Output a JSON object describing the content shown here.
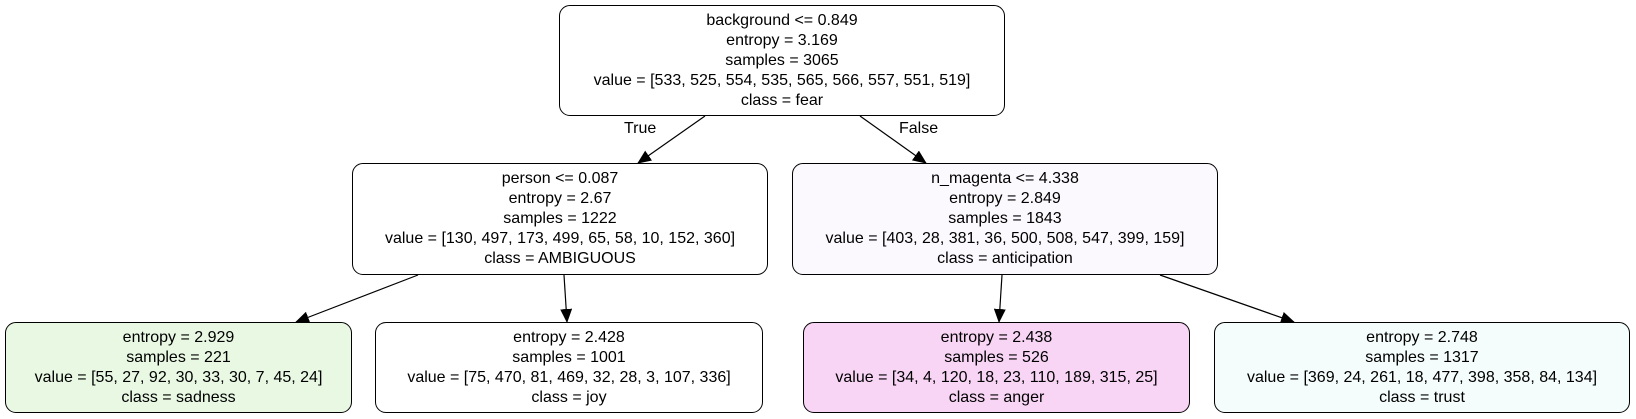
{
  "tree": {
    "root": {
      "split": "background <= 0.849",
      "entropy": "entropy = 3.169",
      "samples": "samples = 3065",
      "value": "value = [533, 525, 554, 535, 565, 566, 557, 551, 519]",
      "class": "class = fear",
      "fill": "#ffffff"
    },
    "edge_true": "True",
    "edge_false": "False",
    "left": {
      "split": "person <= 0.087",
      "entropy": "entropy = 2.67",
      "samples": "samples = 1222",
      "value": "value = [130, 497, 173, 499, 65, 58, 10, 152, 360]",
      "class": "class = AMBIGUOUS",
      "fill": "#ffffff"
    },
    "right": {
      "split": "n_magenta <= 4.338",
      "entropy": "entropy = 2.849",
      "samples": "samples = 1843",
      "value": "value = [403, 28, 381, 36, 500, 508, 547, 399, 159]",
      "class": "class = anticipation",
      "fill": "#fcf9fe"
    },
    "leaf_ll": {
      "entropy": "entropy = 2.929",
      "samples": "samples = 221",
      "value": "value = [55, 27, 92, 30, 33, 30, 7, 45, 24]",
      "class": "class = sadness",
      "fill": "#e8f8e3"
    },
    "leaf_lr": {
      "entropy": "entropy = 2.428",
      "samples": "samples = 1001",
      "value": "value = [75, 470, 81, 469, 32, 28, 3, 107, 336]",
      "class": "class = joy",
      "fill": "#ffffff"
    },
    "leaf_rl": {
      "entropy": "entropy = 2.438",
      "samples": "samples = 526",
      "value": "value = [34, 4, 120, 18, 23, 110, 189, 315, 25]",
      "class": "class = anger",
      "fill": "#f8d5f5"
    },
    "leaf_rr": {
      "entropy": "entropy = 2.748",
      "samples": "samples = 1317",
      "value": "value = [369, 24, 261, 18, 477, 398, 358, 84, 134]",
      "class": "class = trust",
      "fill": "#f4fdfb"
    }
  }
}
